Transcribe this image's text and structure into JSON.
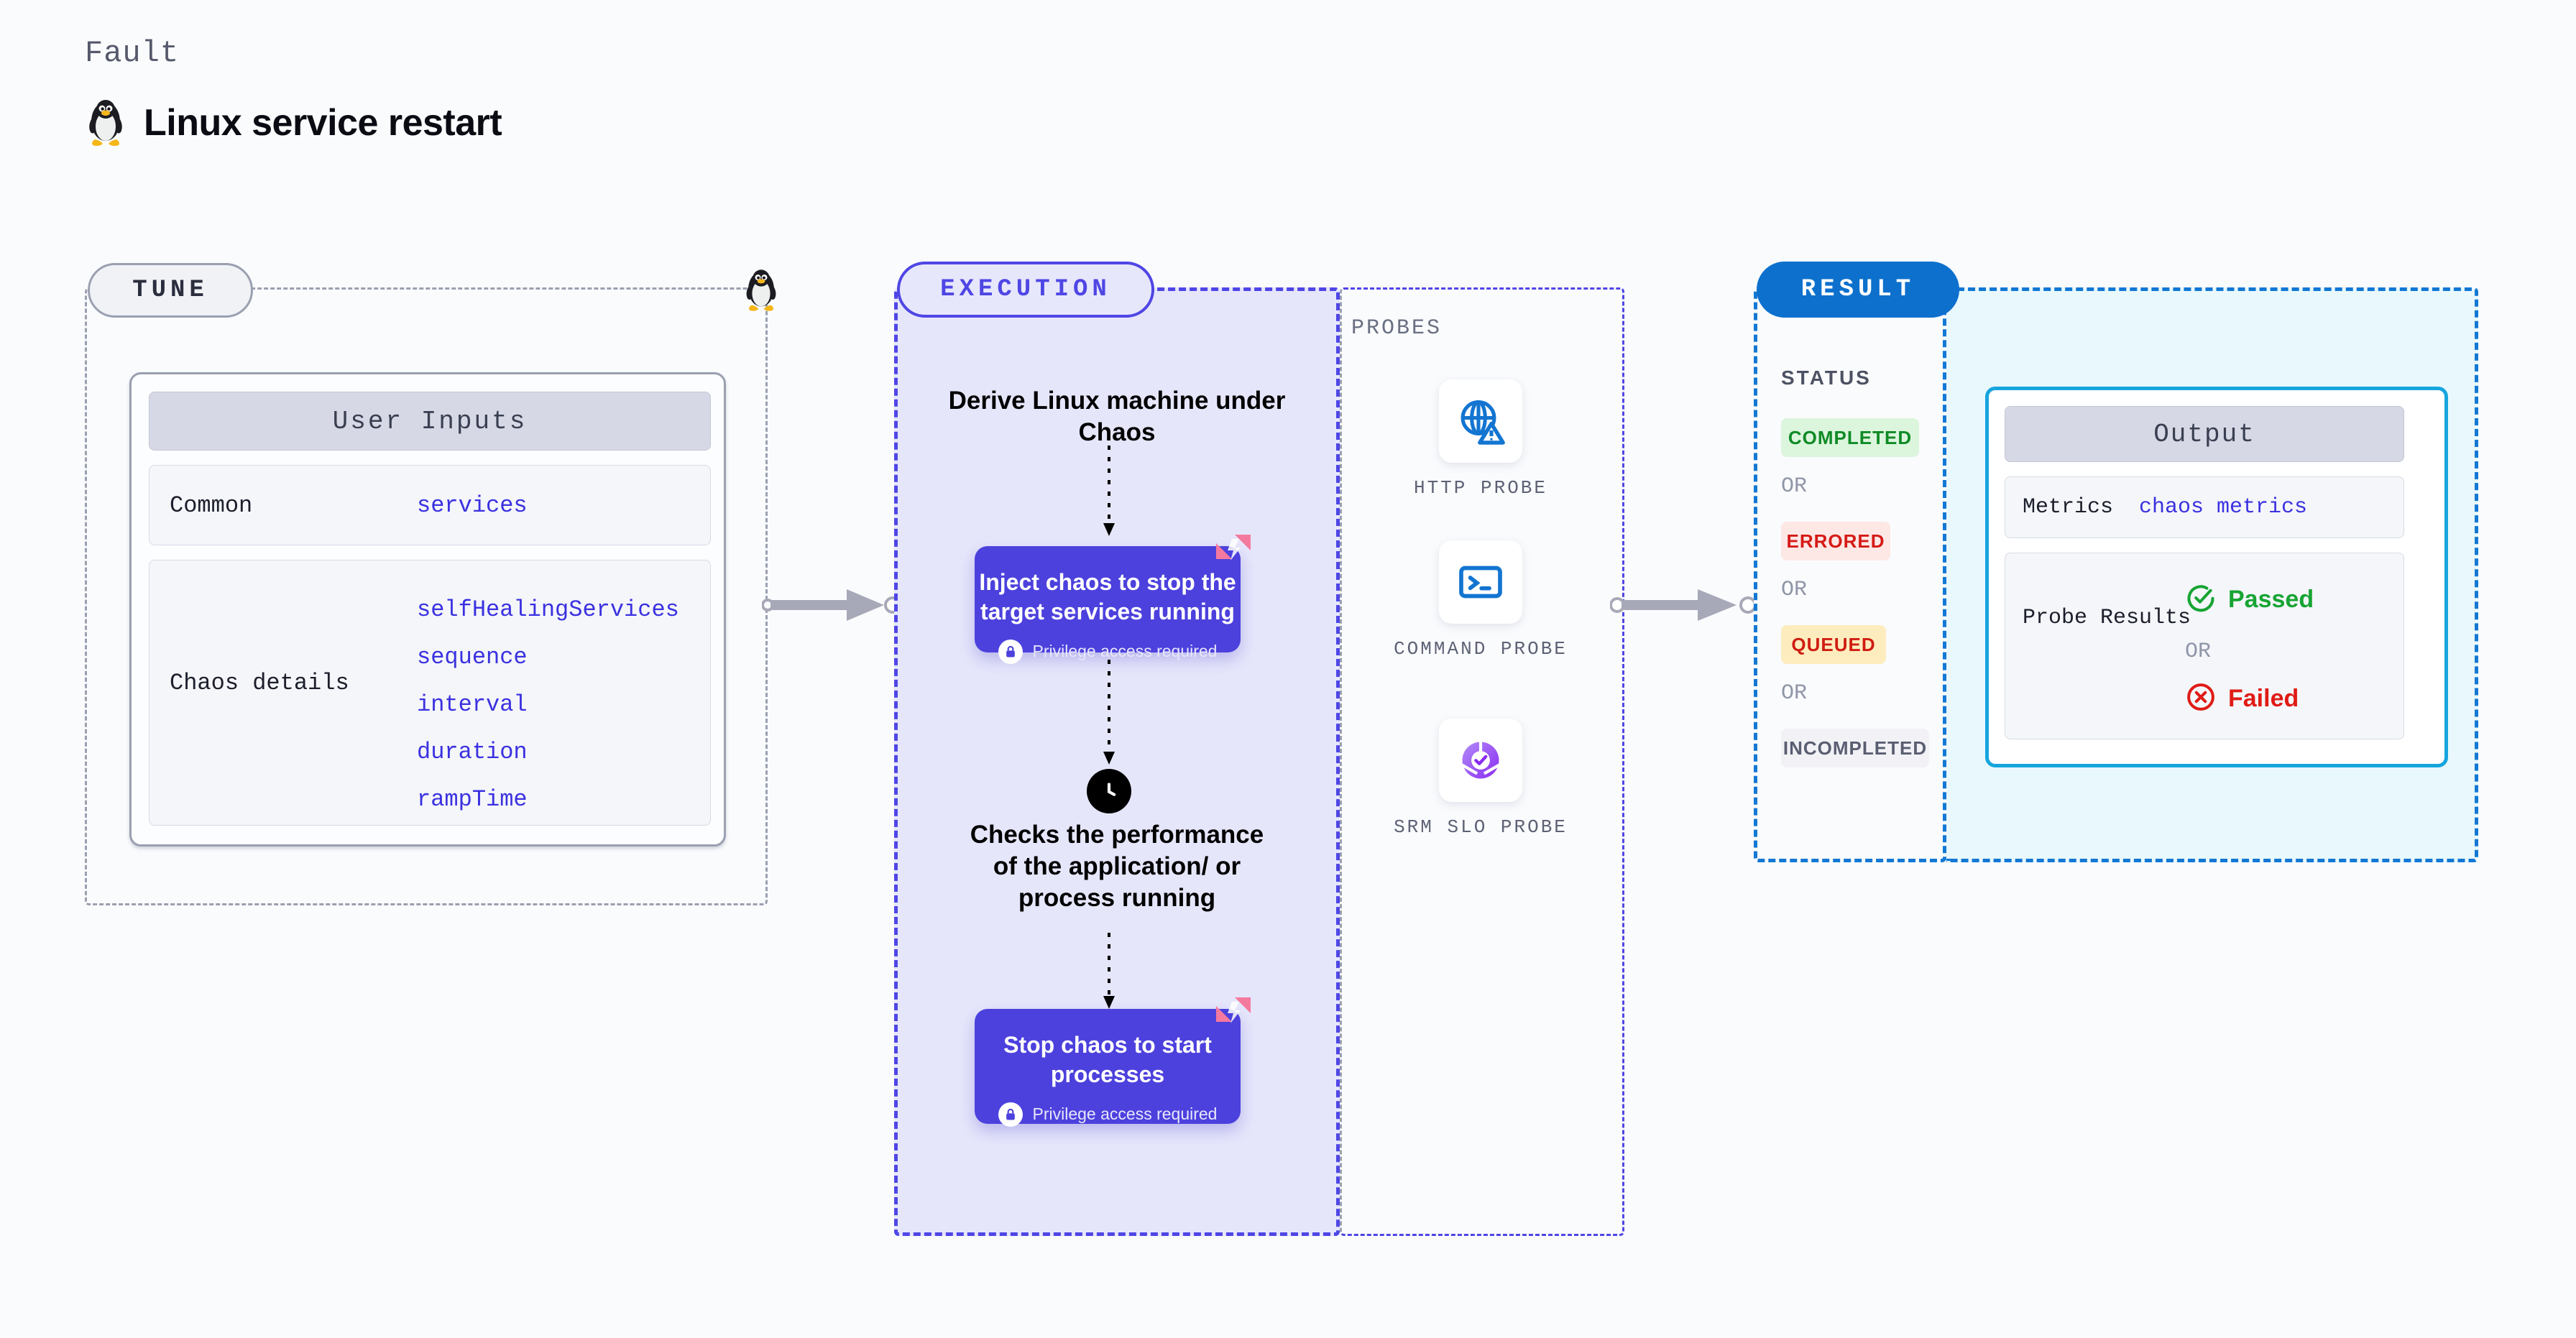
{
  "header": {
    "eyebrow": "Fault",
    "title": "Linux service restart",
    "icon": "linux-penguin-icon"
  },
  "tune": {
    "pill_label": "TUNE",
    "icon": "linux-penguin-icon",
    "card": {
      "heading": "User Inputs",
      "rows": [
        {
          "key": "Common",
          "values": [
            "services"
          ]
        },
        {
          "key": "Chaos details",
          "values": [
            "selfHealingServices",
            "sequence",
            "interval",
            "duration",
            "rampTime"
          ]
        }
      ]
    }
  },
  "execution": {
    "pill_label": "EXECUTION",
    "steps": [
      {
        "type": "text",
        "label": "Derive Linux machine under Chaos"
      },
      {
        "type": "chaos-box",
        "label": "Inject chaos to stop the target services running",
        "privilege": "Privilege access required",
        "badge": "litmus-chaos-icon"
      },
      {
        "type": "text",
        "icon": "clock-icon",
        "label": "Checks the performance of the application/ or process running"
      },
      {
        "type": "chaos-box",
        "label": "Stop chaos to start processes",
        "privilege": "Privilege access required",
        "badge": "litmus-chaos-icon"
      }
    ]
  },
  "probes": {
    "section_label": "PROBES",
    "items": [
      {
        "icon": "globe-warning-icon",
        "label": "HTTP PROBE"
      },
      {
        "icon": "terminal-icon",
        "label": "COMMAND PROBE"
      },
      {
        "icon": "slo-donut-check-icon",
        "label": "SRM SLO PROBE"
      }
    ]
  },
  "result": {
    "pill_label": "RESULT",
    "status_title": "STATUS",
    "or_label": "OR",
    "statuses": [
      {
        "label": "COMPLETED",
        "bg": "#dcf5dd",
        "fg": "#0f8b26"
      },
      {
        "label": "ERRORED",
        "bg": "#fde8e6",
        "fg": "#d51a16"
      },
      {
        "label": "QUEUED",
        "bg": "#fdecbe",
        "fg": "#cf1d12"
      },
      {
        "label": "INCOMPLETED",
        "bg": "#f1f1f6",
        "fg": "#595e70"
      }
    ],
    "output": {
      "heading": "Output",
      "metrics_key": "Metrics",
      "metrics_value": "chaos metrics",
      "probe_key": "Probe Results",
      "or_label": "OR",
      "passed": {
        "label": "Passed",
        "icon": "check-circle-icon",
        "color": "#17a433"
      },
      "failed": {
        "label": "Failed",
        "icon": "x-circle-icon",
        "color": "#e01b16"
      }
    }
  },
  "colors": {
    "page_bg": "#fafbfd",
    "tune_border": "#9aa0b0",
    "execution_accent": "#4f46e5",
    "execution_bg": "#e6e6fb",
    "chaos_box": "#4c41dd",
    "result_accent": "#1378d4",
    "result_bg": "#e9f8fd",
    "output_border": "#17a5de",
    "litmus_pink": "#f4799f",
    "value_text": "#3b31e0"
  }
}
